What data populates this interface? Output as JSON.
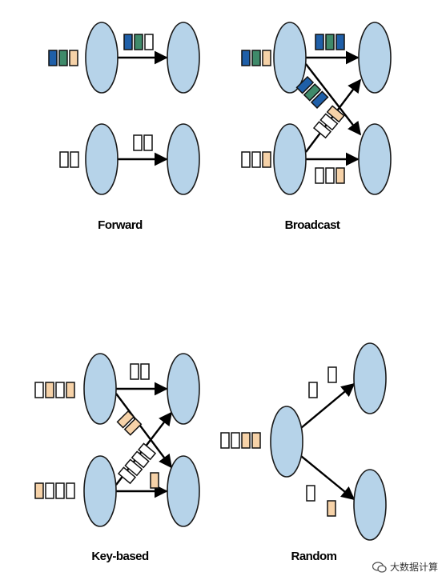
{
  "panels": {
    "forward": {
      "label": "Forward"
    },
    "broadcast": {
      "label": "Broadcast"
    },
    "key_based": {
      "label": "Key-based"
    },
    "random": {
      "label": "Random"
    }
  },
  "watermark": {
    "text": "大数据计算"
  },
  "colors": {
    "node_fill": "#b6d3e9",
    "node_stroke": "#1a1a1a",
    "record_blue": "#1f5fa8",
    "record_green": "#3f8a6a",
    "record_peach": "#f6d2a8",
    "record_white": "#ffffff",
    "edge": "#000000"
  },
  "icons": {
    "watermark": "wechat-icon"
  }
}
